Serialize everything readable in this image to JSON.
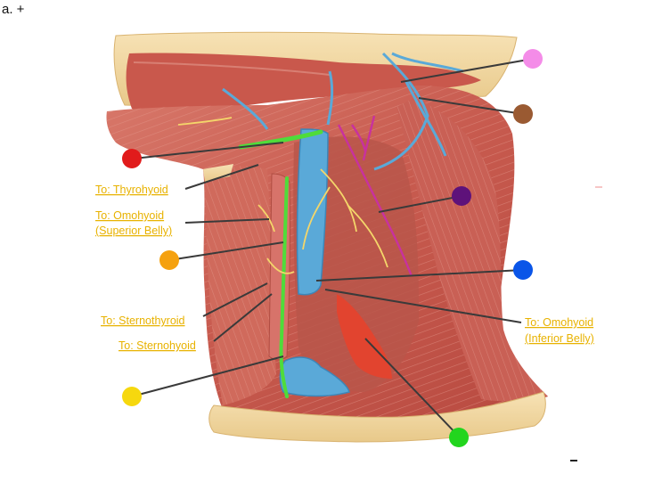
{
  "corner_label": "a. +",
  "labels": {
    "thyrohyoid": "To: Thyrohyoid",
    "omohyoid_sup_1": "To: Omohyoid",
    "omohyoid_sup_2": "(Superior Belly)",
    "sternothyroid": "To: Sternothyroid",
    "sternohyoid": "To: Sternohyoid",
    "omohyoid_inf_1": "To: Omohyoid",
    "omohyoid_inf_2": "(Inferior Belly)"
  },
  "markers": [
    {
      "name": "pink-marker",
      "color": "#f48ce8"
    },
    {
      "name": "brown-marker",
      "color": "#9a5a32"
    },
    {
      "name": "red-marker",
      "color": "#e11b1b"
    },
    {
      "name": "purple-marker",
      "color": "#5e127a"
    },
    {
      "name": "orange-marker",
      "color": "#f5a10f"
    },
    {
      "name": "blue-marker",
      "color": "#0a55e8"
    },
    {
      "name": "yellow-marker",
      "color": "#f6d80e"
    },
    {
      "name": "green-marker",
      "color": "#22d51e"
    }
  ],
  "colors": {
    "label_text": "#e8b200",
    "muscle": "#c85d52",
    "vein": "#5aa9d8",
    "nerve_green": "#4fdc3a",
    "skin": "#f2d49a"
  }
}
